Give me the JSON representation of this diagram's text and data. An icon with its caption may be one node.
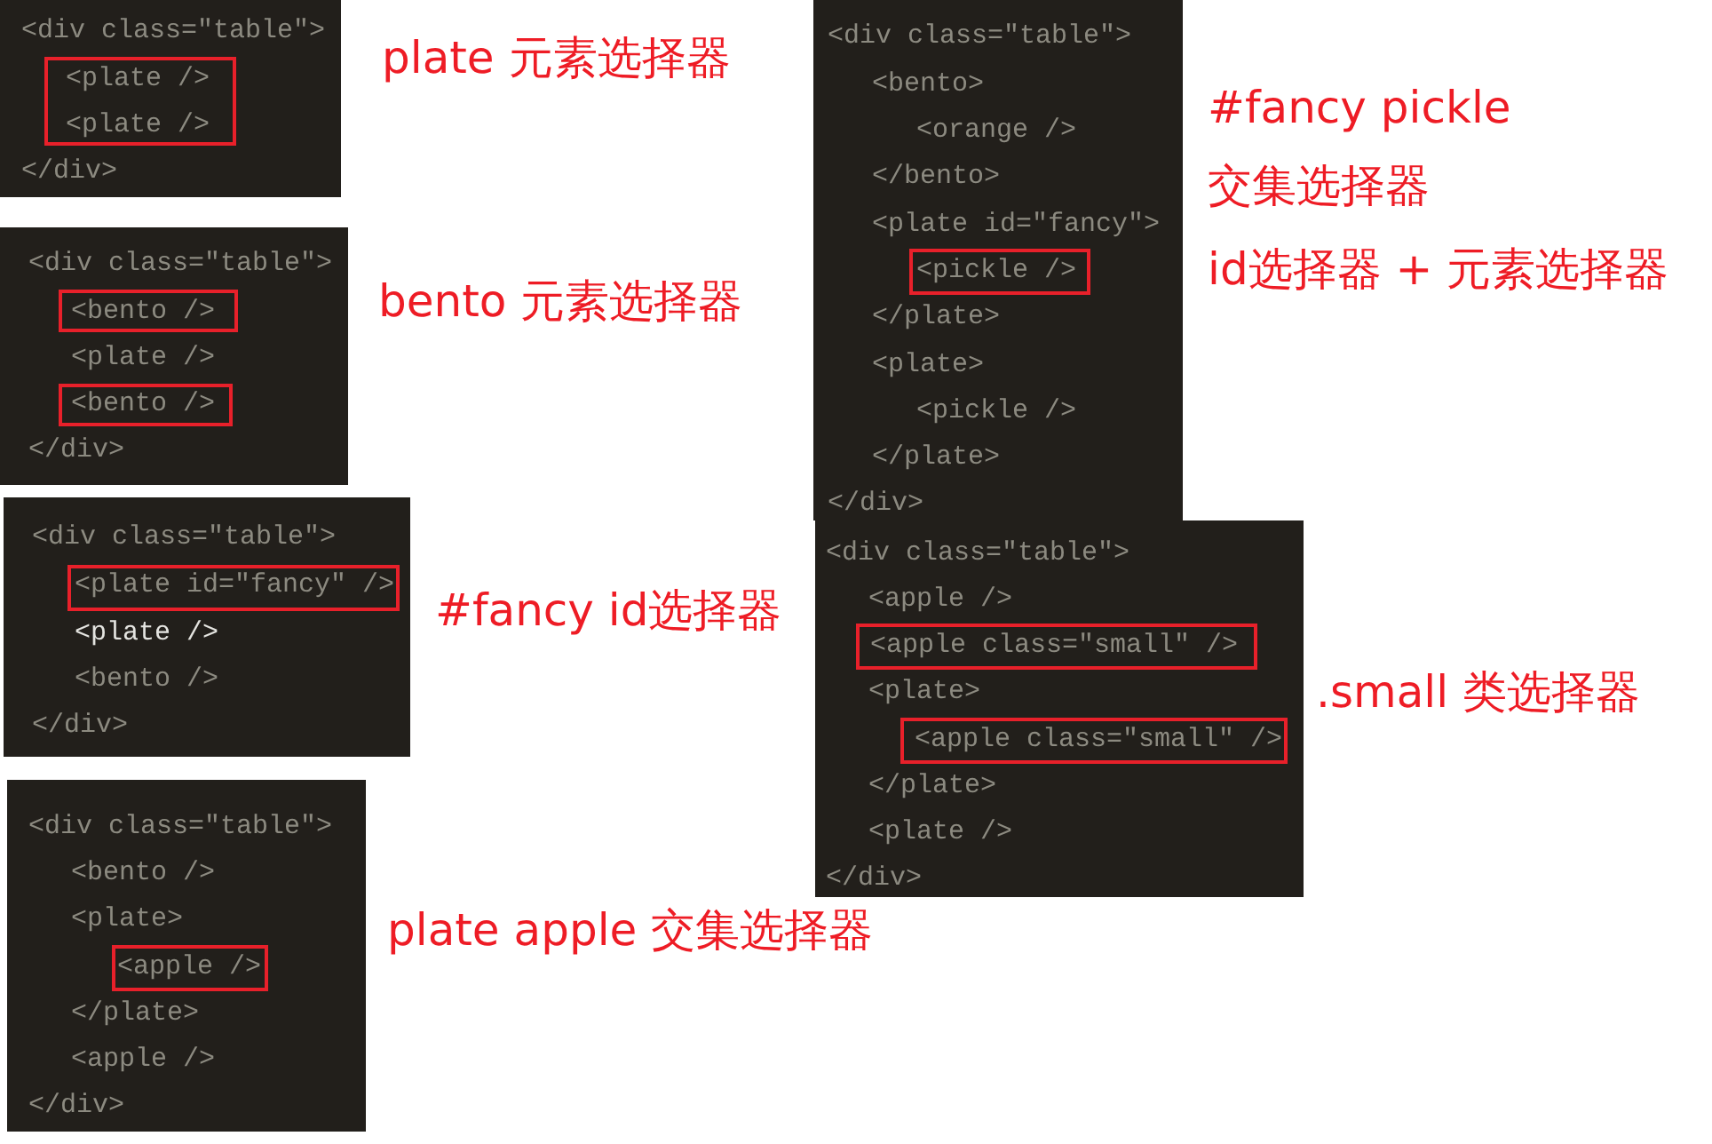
{
  "diagram": {
    "nodes": [
      {
        "text": [
          "<div class=\"table\">",
          "</div>"
        ],
        "beside": [
          "plate 元素选择器"
        ]
      },
      {
        "text": [
          "<plate />",
          "<plate />"
        ],
        "in": 0
      },
      {
        "text": [
          "<div class=\"table\">",
          "<plate />",
          "</div>"
        ],
        "beside": [
          "bento 元素选择器"
        ]
      },
      {
        "text": [
          "<bento />"
        ],
        "in": 2
      },
      {
        "text": [
          "<bento />"
        ],
        "in": 2
      },
      {
        "text": [
          "<div class=\"table\">",
          "<plate />",
          "<bento />",
          "</div>"
        ],
        "beside": [
          "#fancy id选择器"
        ]
      },
      {
        "text": [
          "<plate id=\"fancy\" />"
        ],
        "in": 5
      },
      {
        "text": [
          "<div class=\"table\">",
          "<bento />",
          "<plate>",
          "</plate>",
          "<apple />",
          "</div>"
        ],
        "beside": [
          "plate apple 交集选择器"
        ]
      },
      {
        "text": [
          "<apple />"
        ],
        "in": 7
      },
      {
        "text": [
          "<div class=\"table\">",
          "<bento>",
          "<orange />",
          "</bento>",
          "<plate id=\"fancy\">",
          "</plate>",
          "<plate>",
          "<pickle />",
          "</plate>",
          "</div>"
        ],
        "beside": [
          "#fancy pickle",
          "交集选择器",
          "id选择器 + 元素选择器"
        ]
      },
      {
        "text": [
          "<pickle />"
        ],
        "in": 9
      },
      {
        "text": [
          "<div class=\"table\">",
          "<apple />",
          "<plate>",
          "</plate>",
          "<plate />",
          "</div>"
        ],
        "beside": [
          ".small 类选择器"
        ]
      },
      {
        "text": [
          "<apple class=\"small\" />"
        ],
        "in": 11
      },
      {
        "text": [
          "<apple class=\"small\" />"
        ],
        "in": 11
      }
    ]
  }
}
